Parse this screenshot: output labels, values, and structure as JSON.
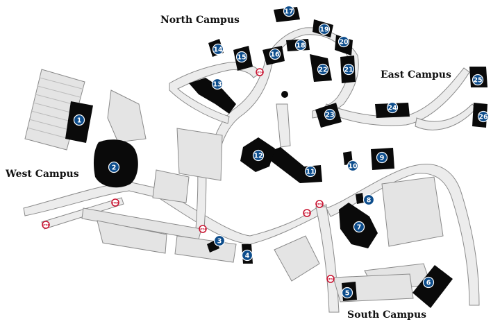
{
  "map": {
    "campus_labels": {
      "north": "North Campus",
      "east": "East Campus",
      "west": "West Campus",
      "south": "South Campus"
    },
    "stop_sign_text": "STOP",
    "colors": {
      "building": "#0a0a0a",
      "marker": "#0d4d8c",
      "road_fill": "#ececec",
      "road_outline": "#8a8a8a",
      "stop_sign": "#c8102e"
    },
    "markers": [
      "1",
      "2",
      "3",
      "4",
      "5",
      "6",
      "7",
      "8",
      "9",
      "10",
      "11",
      "12",
      "13",
      "14",
      "15",
      "16",
      "17",
      "18",
      "19",
      "20",
      "21",
      "22",
      "23",
      "24",
      "25",
      "26"
    ]
  }
}
